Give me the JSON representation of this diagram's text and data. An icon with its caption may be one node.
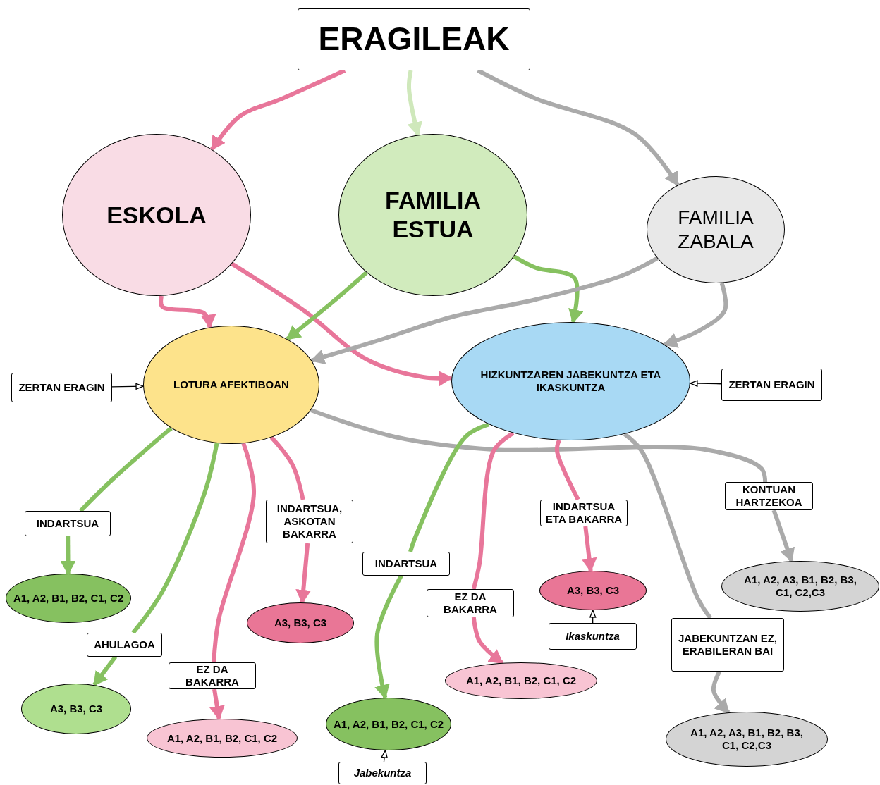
{
  "diagram": {
    "nodes": [
      {
        "text": [
          "ERAGILEAK"
        ]
      },
      {
        "text": [
          "ESKOLA"
        ]
      },
      {
        "text": [
          "FAMILIA ESTUA"
        ]
      },
      {
        "text": [
          "FAMILIA ZABALA"
        ]
      },
      {
        "text": [
          "LOTURA AFEKTIBOAN"
        ]
      },
      {
        "text": [
          "HIZKUNTZAREN JABEKUNTZA ETA IKASKUNTZA"
        ]
      },
      {
        "text": [
          "ZERTAN ERAGIN"
        ]
      },
      {
        "text": [
          "ZERTAN ERAGIN"
        ]
      },
      {
        "text": [
          "A1, A2, B1, B2, C1, C2"
        ]
      },
      {
        "text": [
          "A3, B3, C3"
        ]
      },
      {
        "text": [
          "A1, A2, B1, B2, C1, C2"
        ]
      },
      {
        "text": [
          "A3, B3, C3"
        ]
      },
      {
        "text": [
          "A1, A2, B1, B2, C1, C2"
        ]
      },
      {
        "text": [
          "Jabekuntza"
        ]
      },
      {
        "text": [
          "A1, A2, B1, B2, C1, C2"
        ]
      },
      {
        "text": [
          "A3, B3, C3"
        ]
      },
      {
        "text": [
          "Ikaskuntza"
        ]
      },
      {
        "text": [
          "A1, A2, A3, B1, B2, B3, C1, C2,C3"
        ]
      },
      {
        "text": [
          "A1, A2, A3, B1, B2, B3, C1, C2,C3"
        ]
      },
      {
        "text": [
          "INDARTSUA"
        ]
      },
      {
        "text": [
          "AHULAGOA"
        ]
      },
      {
        "text": [
          "EZ DA BAKARRA"
        ]
      },
      {
        "text": [
          "INDARTSUA, ASKOTAN BAKARRA"
        ]
      },
      {
        "text": [
          "KONTUAN HARTZEKOA"
        ]
      },
      {
        "text": [
          "INDARTSUA"
        ]
      },
      {
        "text": [
          "EZ DA BAKARRA"
        ]
      },
      {
        "text": [
          "INDARTSUA ETA BAKARRA"
        ]
      },
      {
        "text": [
          "JABEKUNTZAN EZ, ERABILERAN BAI"
        ]
      }
    ],
    "edges": [
      {
        "from": 0,
        "to": 1,
        "arrow": "to"
      },
      {
        "from": 0,
        "to": 2,
        "arrow": "to",
        "color": "#cfe8bb"
      },
      {
        "from": 0,
        "to": 3,
        "arrow": "to",
        "color": "#aaaaaa"
      },
      {
        "from": 1,
        "to": 4,
        "arrow": "to"
      },
      {
        "from": 1,
        "to": 5,
        "arrow": "to"
      },
      {
        "from": 2,
        "to": 4,
        "arrow": "to",
        "color": "#86c160"
      },
      {
        "from": 2,
        "to": 5,
        "arrow": "to",
        "color": "#86c160"
      },
      {
        "from": 3,
        "to": 4,
        "arrow": "to",
        "color": "#aaaaaa"
      },
      {
        "from": 3,
        "to": 5,
        "arrow": "to",
        "color": "#aaaaaa"
      },
      {
        "from": 6,
        "to": 4,
        "arrow": "to",
        "color": "#000000"
      },
      {
        "from": 7,
        "to": 5,
        "arrow": "to",
        "color": "#000000"
      },
      {
        "from": 4,
        "to": 19,
        "arrow": "none",
        "color": "#86c160"
      },
      {
        "from": 19,
        "to": 8,
        "arrow": "to",
        "color": "#86c160"
      },
      {
        "from": 4,
        "to": 20,
        "arrow": "none",
        "color": "#86c160"
      },
      {
        "from": 20,
        "to": 9,
        "arrow": "to",
        "color": "#86c160"
      },
      {
        "from": 4,
        "to": 21,
        "arrow": "none"
      },
      {
        "from": 21,
        "to": 10,
        "arrow": "to"
      },
      {
        "from": 4,
        "to": 22,
        "arrow": "none"
      },
      {
        "from": 22,
        "to": 11,
        "arrow": "to"
      },
      {
        "from": 4,
        "to": 23,
        "arrow": "none",
        "color": "#aaaaaa"
      },
      {
        "from": 23,
        "to": 17,
        "arrow": "to",
        "color": "#aaaaaa"
      },
      {
        "from": 5,
        "to": 24,
        "arrow": "none",
        "color": "#86c160"
      },
      {
        "from": 24,
        "to": 12,
        "arrow": "to",
        "color": "#86c160"
      },
      {
        "from": 13,
        "to": 12,
        "arrow": "to",
        "color": "#000000"
      },
      {
        "from": 5,
        "to": 25,
        "arrow": "none"
      },
      {
        "from": 25,
        "to": 14,
        "arrow": "to"
      },
      {
        "from": 5,
        "to": 26,
        "arrow": "none"
      },
      {
        "from": 26,
        "to": 15,
        "arrow": "to"
      },
      {
        "from": 16,
        "to": 15,
        "arrow": "to",
        "color": "#000000"
      },
      {
        "from": 5,
        "to": 27,
        "arrow": "none",
        "color": "#aaaaaa"
      },
      {
        "from": 27,
        "to": 18,
        "arrow": "to",
        "color": "#aaaaaa"
      }
    ]
  }
}
